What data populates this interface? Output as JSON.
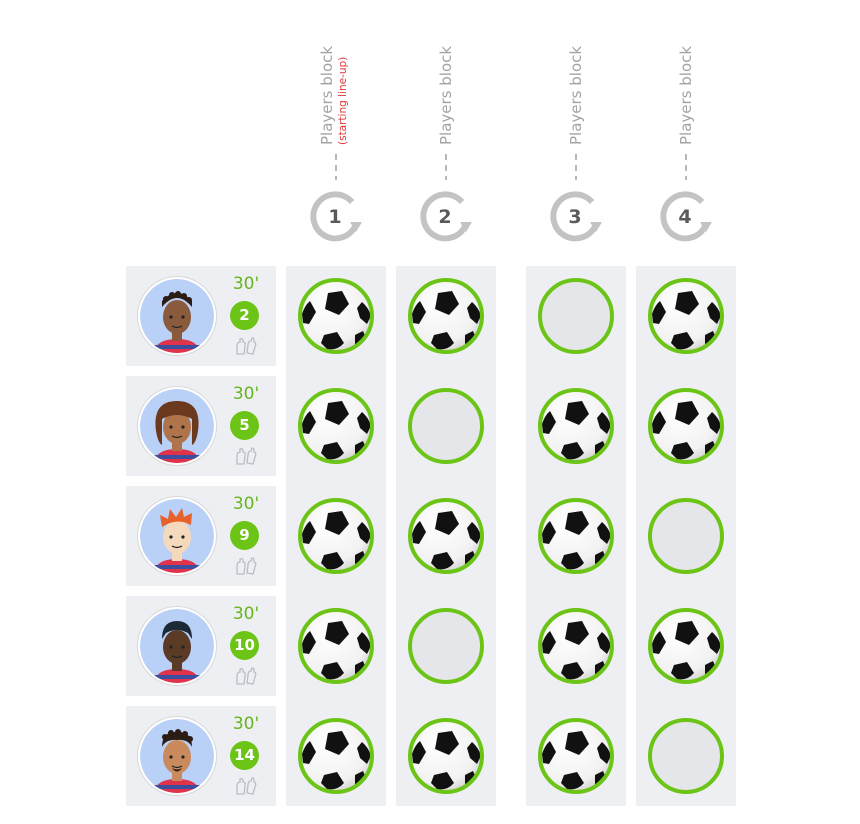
{
  "blocks": [
    {
      "label": "Players block",
      "sublabel": "(starting line-up)",
      "number": "1"
    },
    {
      "label": "Players block",
      "sublabel": "",
      "number": "2"
    },
    {
      "label": "Players block",
      "sublabel": "",
      "number": "3"
    },
    {
      "label": "Players block",
      "sublabel": "",
      "number": "4"
    }
  ],
  "players": [
    {
      "minutes": "30'",
      "number": "2",
      "avatar": "avatar-braids-icon",
      "glove_icon": "goalkeeper-gloves-icon",
      "participation": [
        true,
        true,
        false,
        true
      ]
    },
    {
      "minutes": "30'",
      "number": "5",
      "avatar": "avatar-curly-hair-icon",
      "glove_icon": "goalkeeper-gloves-icon",
      "participation": [
        true,
        false,
        true,
        true
      ]
    },
    {
      "minutes": "30'",
      "number": "9",
      "avatar": "avatar-red-hair-icon",
      "glove_icon": "goalkeeper-gloves-icon",
      "participation": [
        true,
        true,
        true,
        false
      ]
    },
    {
      "minutes": "30'",
      "number": "10",
      "avatar": "avatar-short-hair-icon",
      "glove_icon": "goalkeeper-gloves-icon",
      "participation": [
        true,
        false,
        true,
        true
      ]
    },
    {
      "minutes": "30'",
      "number": "14",
      "avatar": "avatar-goatee-icon",
      "glove_icon": "goalkeeper-gloves-icon",
      "participation": [
        true,
        true,
        true,
        false
      ]
    }
  ],
  "icons": {
    "selected": "soccer-ball-icon",
    "empty": "empty-slot-icon",
    "badge": "rotate-arrow-icon"
  },
  "colors": {
    "accent_green": "#6cc417",
    "minutes_green": "#66b51e",
    "sublabel_red": "#e2363c",
    "label_gray": "#a3a3a3",
    "panel_bg": "#eeeff2"
  }
}
